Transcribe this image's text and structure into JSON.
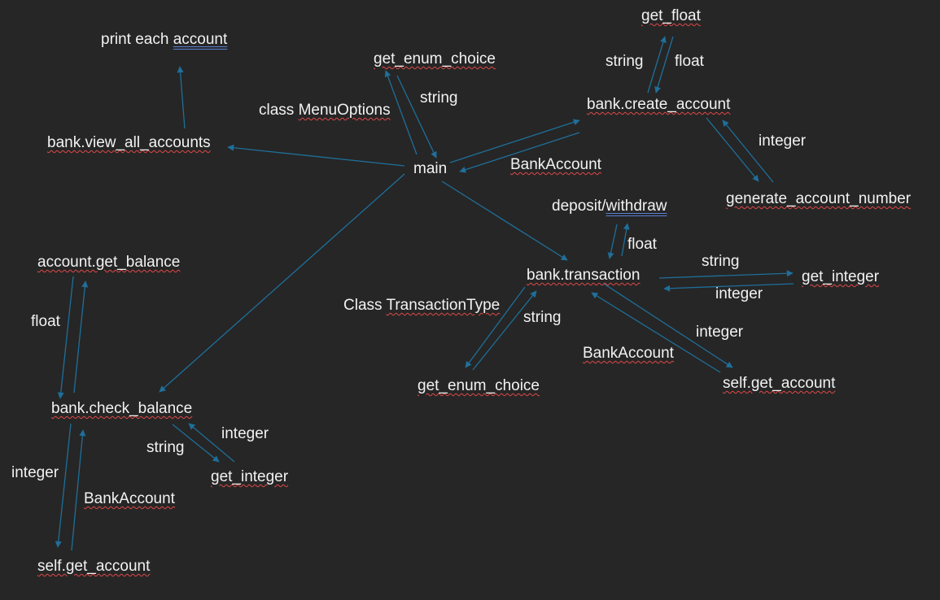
{
  "nodes": {
    "print_each_account": {
      "prefix": "print each ",
      "word": "account"
    },
    "get_float": "get_float",
    "get_enum_choice_top": "get_enum_choice",
    "bank_create_account": "bank.create_account",
    "class_menu_options": {
      "prefix": "class ",
      "word": "MenuOptions"
    },
    "bank_view_all_accounts": "bank.view_all_accounts",
    "main": "main",
    "generate_account_number": "generate_account_number",
    "deposit_withdraw": {
      "prefix": "deposit/",
      "word": "withdraw"
    },
    "account_get_balance": "account.get_balance",
    "bank_transaction": "bank.transaction",
    "get_integer_right": "get_integer",
    "class_transaction_type": {
      "prefix": "Class ",
      "word": "TransactionType"
    },
    "get_enum_choice_bottom": "get_enum_choice",
    "self_get_account_right": "self.get_account",
    "bank_check_balance": "bank.check_balance",
    "get_integer_left": "get_integer",
    "self_get_account_left": "self.get_account"
  },
  "edge_labels": {
    "string_create_float": "string",
    "float_create": "float",
    "string_main_enum": "string",
    "integer_gen": "integer",
    "bankaccount_create": "BankAccount",
    "float_deposit": "float",
    "string_to_get_integer": "string",
    "integer_from_get_integer": "integer",
    "string_transaction_enum": "string",
    "integer_to_self_get_account": "integer",
    "bankaccount_transaction": "BankAccount",
    "float_balance": "float",
    "integer_check": "integer",
    "string_check": "string",
    "integer_check_self": "integer",
    "bankaccount_check": "BankAccount"
  },
  "colors": {
    "background": "#262626",
    "text": "#f2f2f2",
    "arrow": "#1f6f9a",
    "spellcheck_underline": "#e04848",
    "grammar_underline": "#5a7fd6"
  }
}
